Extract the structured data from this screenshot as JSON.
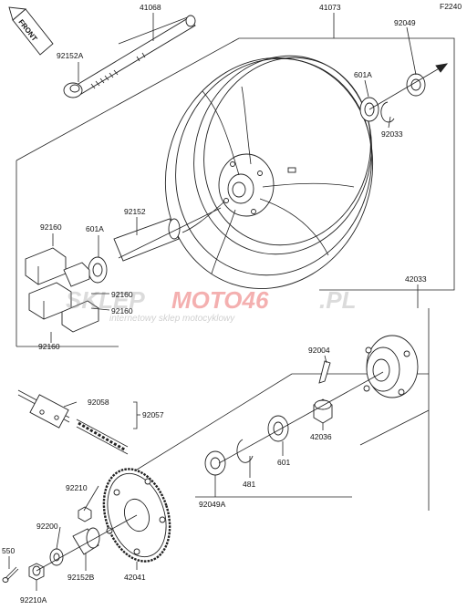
{
  "diagram": {
    "code": "F2240",
    "direction_label": "FRONT",
    "labels": {
      "p41068": "41068",
      "p41073": "41073",
      "p92152A": "92152A",
      "p92049_top": "92049",
      "p601A_top": "601A",
      "p92033": "92033",
      "p92160_a": "92160",
      "p92160_b": "92160",
      "p92160_c": "92160",
      "p92160_d": "92160",
      "p601A_mid": "601A",
      "p92152": "92152",
      "p42033": "42033",
      "p92004": "92004",
      "p92058": "92058",
      "p92057": "92057",
      "p42036": "42036",
      "p601_bot": "601",
      "p481": "481",
      "p92049A": "92049A",
      "p92210": "92210",
      "p92200": "92200",
      "p92152B": "92152B",
      "p42041": "42041",
      "p550": "550",
      "p92210A": "92210A"
    }
  },
  "watermark": {
    "brand_a": "SKLEP",
    "brand_b": "MOTO46",
    "brand_c": ".PL",
    "tagline": "internetowy sklep motocyklowy"
  }
}
